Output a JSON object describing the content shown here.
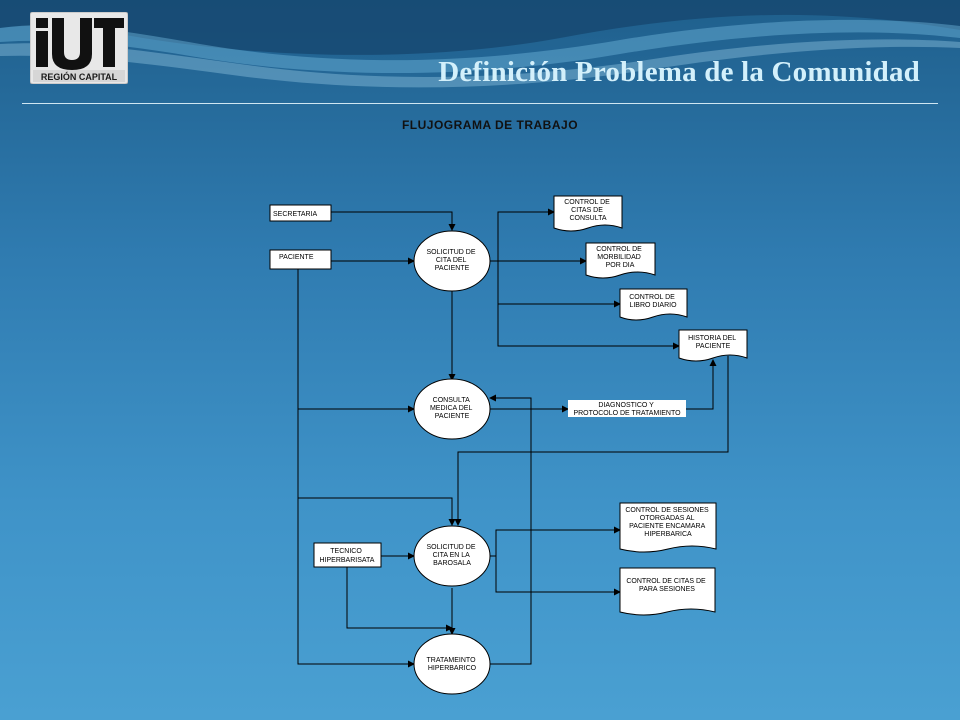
{
  "logo": {
    "text": "iUT",
    "subtitle": "REGIÓN CAPITAL"
  },
  "slide": {
    "title": "Definición Problema de la Comunidad",
    "diagram_title": "FLUJOGRAMA DE TRABAJO"
  },
  "nodes": {
    "secretaria": "SECRETARIA",
    "paciente": "PACIENTE",
    "solicitud_cita": [
      "SOLICITUD DE",
      "CITA DEL",
      "PACIENTE"
    ],
    "control_citas_consulta": [
      "CONTROL DE",
      "CITAS DE",
      "CONSULTA"
    ],
    "control_morbilidad": [
      "CONTROL DE",
      "MORBILIDAD",
      "POR DIA"
    ],
    "control_libro": [
      "CONTROL DE",
      "LIBRO DIARIO"
    ],
    "historia": [
      "HISTORIA DEL",
      "PACIENTE"
    ],
    "consulta_medica": [
      "CONSULTA",
      "MEDICA DEL",
      "PACIENTE"
    ],
    "diagnostico": [
      "DIAGNOSTICO Y",
      "PROTOCOLO DE TRATAMIENTO"
    ],
    "tecnico": [
      "TECNICO",
      "HIPERBARISATA"
    ],
    "solicitud_barosala": [
      "SOLICITUD DE",
      "CITA EN LA",
      "BAROSALA"
    ],
    "control_sesiones": [
      "CONTROL DE SESIONES",
      "OTORGADAS AL",
      "PACIENTE ENCAMARA",
      "HIPERBARICA"
    ],
    "control_citas_sesiones": [
      "CONTROL DE CITAS DE",
      "PARA SESIONES"
    ],
    "tratamiento": [
      "TRATAMEINTO",
      "HIPERBARICO"
    ]
  },
  "colors": {
    "shape_fill": "#ffffff",
    "line": "#000000",
    "title": "#d3f0fb"
  }
}
